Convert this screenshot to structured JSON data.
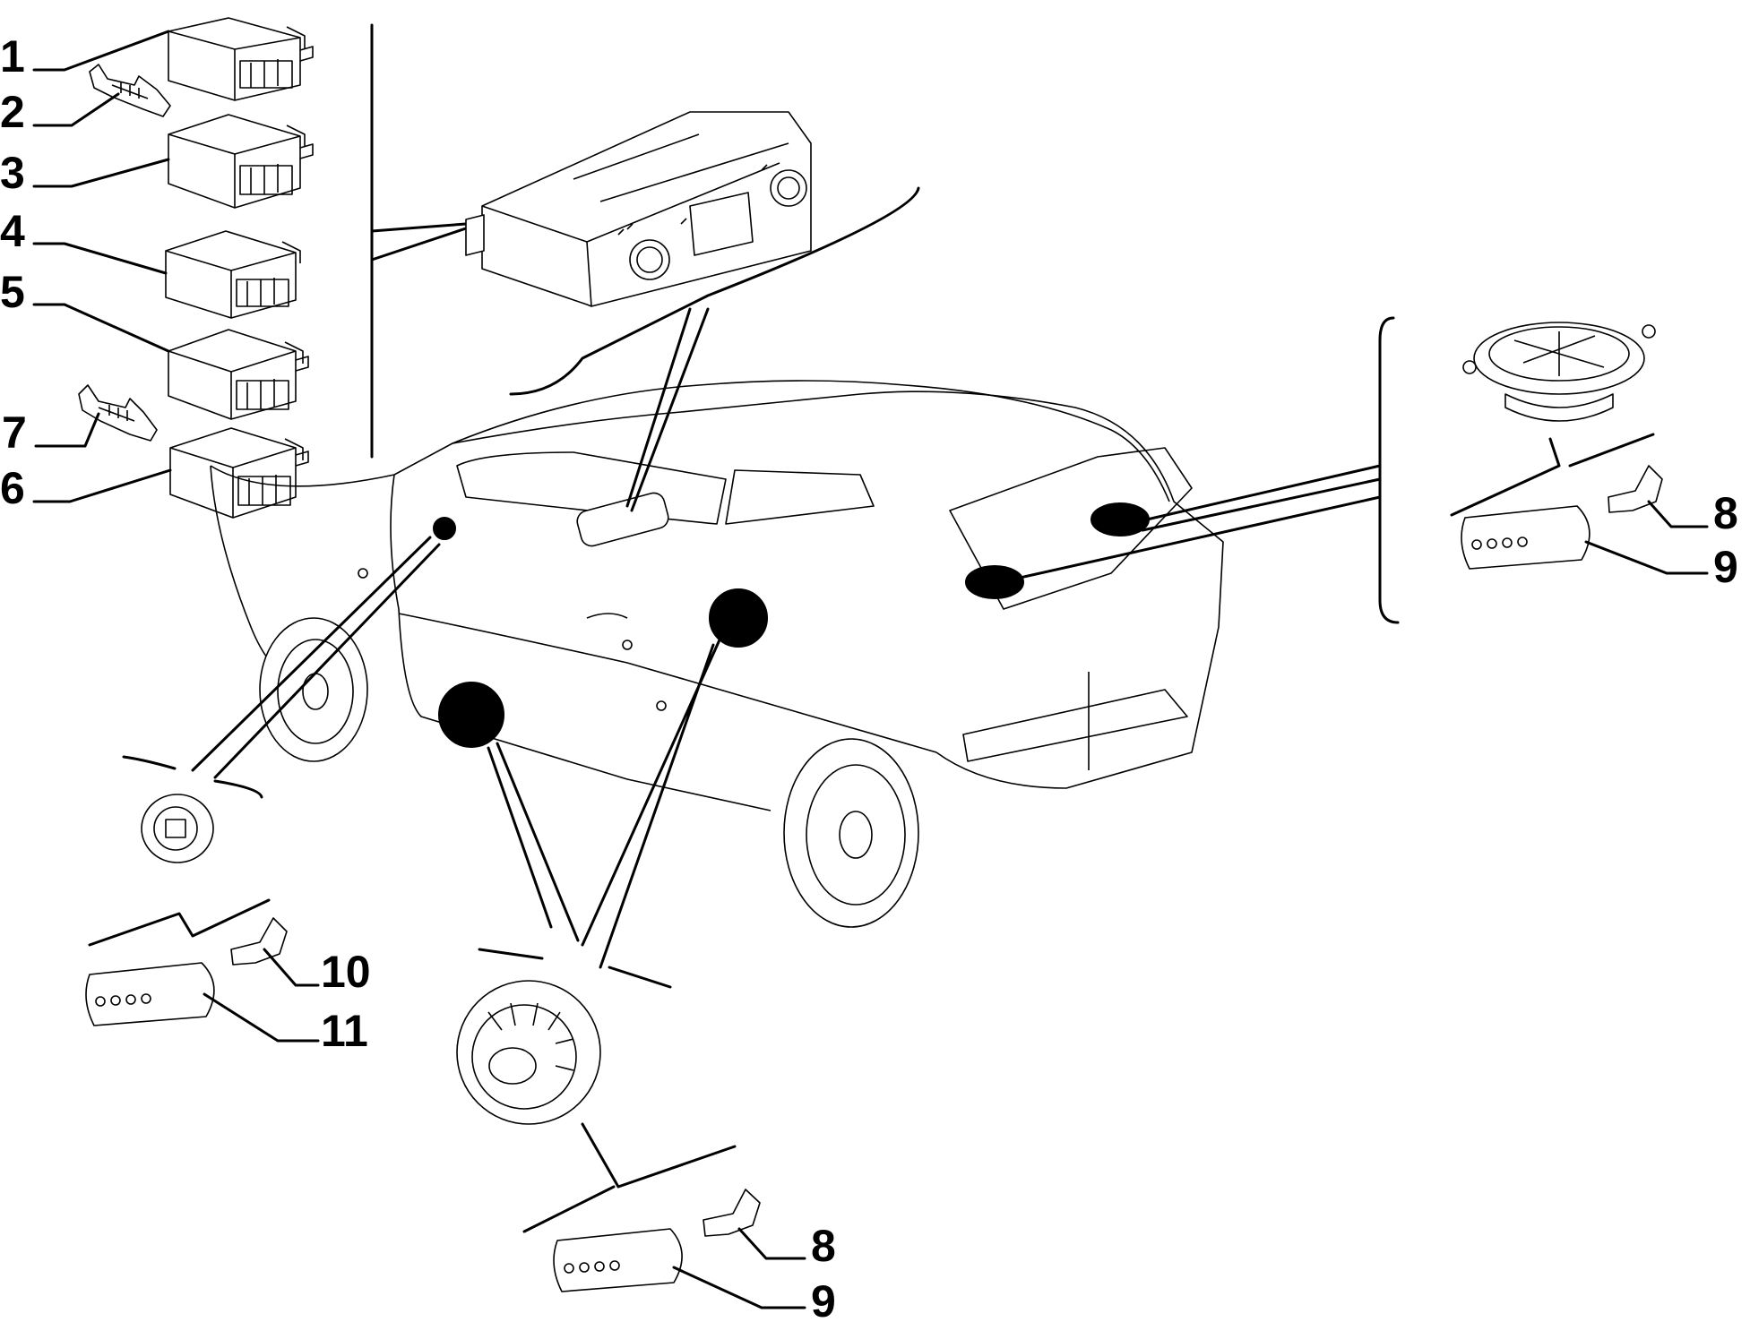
{
  "labels": {
    "l1": "1",
    "l2": "2",
    "l3": "3",
    "l4": "4",
    "l5": "5",
    "l6": "6",
    "l7": "7",
    "l8_right": "8",
    "l9_right": "9",
    "l10": "10",
    "l11": "11",
    "l8_bottom": "8",
    "l9_bottom": "9"
  }
}
